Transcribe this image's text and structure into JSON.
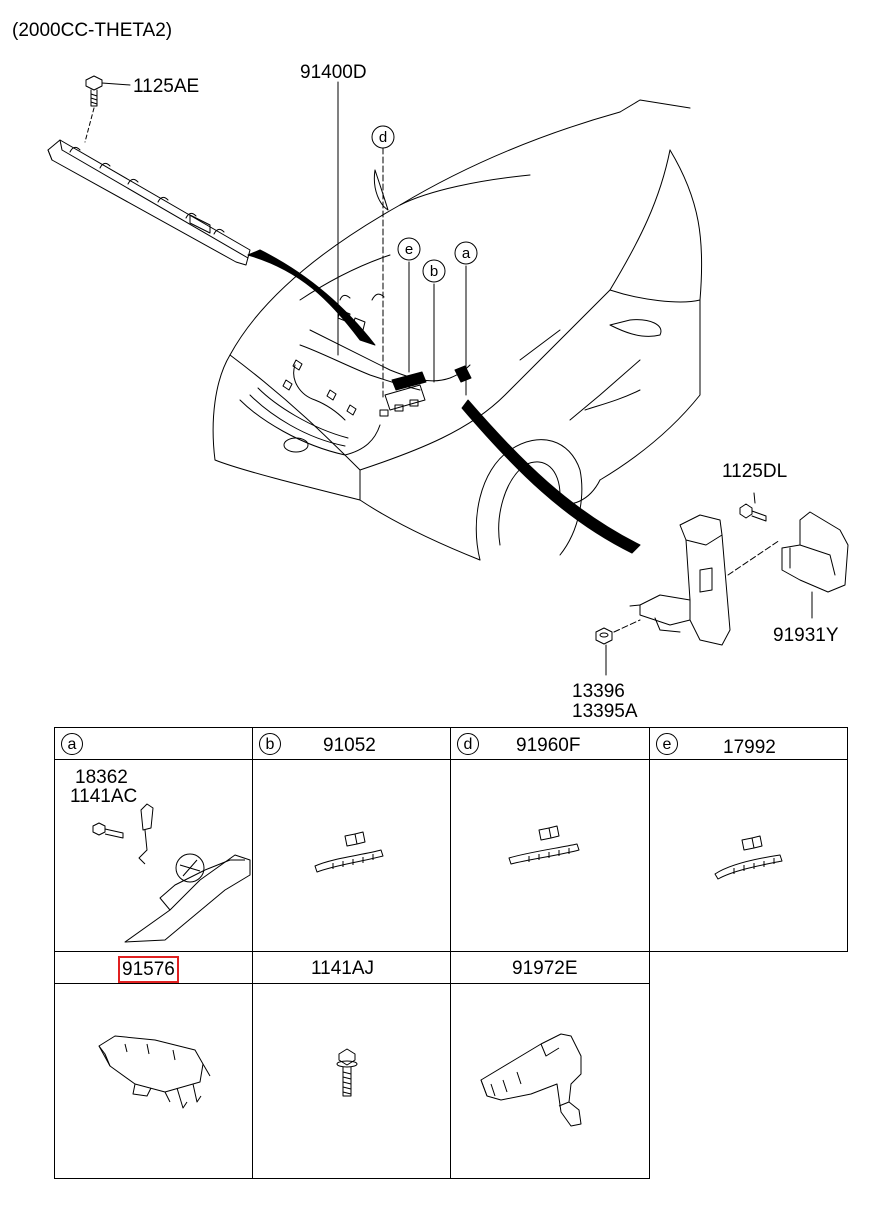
{
  "header": {
    "engine_spec": "(2000CC-THETA2)"
  },
  "main_labels": {
    "cowl_bolt": "1125AE",
    "main_harness": "91400D",
    "bracket_bolt": "1125DL",
    "bracket": "91931Y",
    "nut_1": "13396",
    "nut_2": "13395A"
  },
  "callouts": {
    "a": "a",
    "b": "b",
    "d": "d",
    "e": "e"
  },
  "parts_table": {
    "row1": [
      {
        "circle": "a",
        "parts": [
          "18362",
          "1141AC"
        ]
      },
      {
        "circle": "b",
        "part": "91052"
      },
      {
        "circle": "d",
        "part": "91960F"
      },
      {
        "circle": "e",
        "part": "17992"
      }
    ],
    "row2": [
      {
        "part": "91576",
        "highlighted": true,
        "highlight_color": "#e02020"
      },
      {
        "part": "1141AJ"
      },
      {
        "part": "91972E"
      }
    ]
  }
}
